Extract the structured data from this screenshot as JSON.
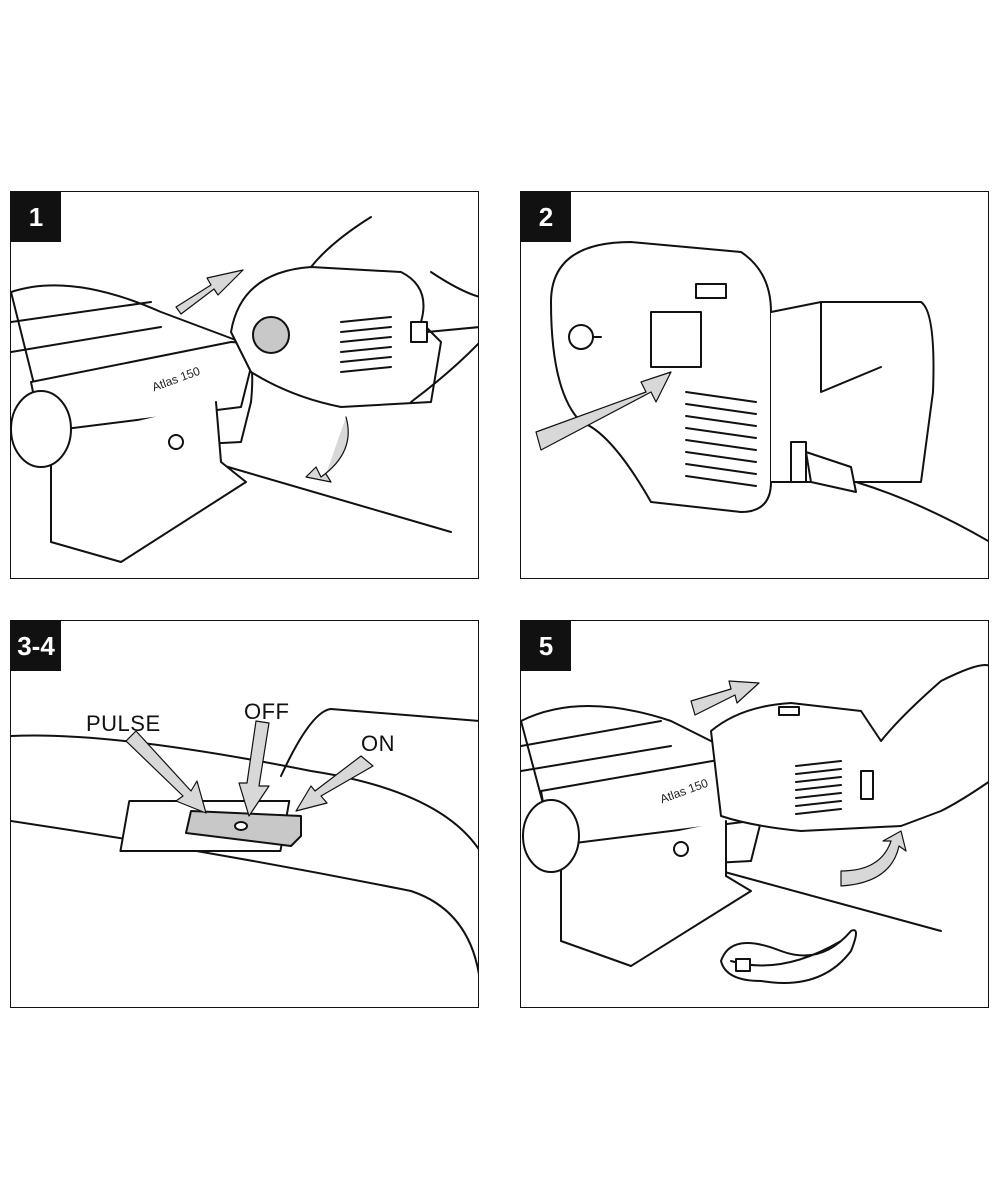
{
  "panels": [
    {
      "step": "1",
      "model_label": "Atlas 150"
    },
    {
      "step": "2"
    },
    {
      "step": "3-4",
      "switch_labels": {
        "pulse": "PULSE",
        "off": "OFF",
        "on": "ON"
      }
    },
    {
      "step": "5",
      "model_label": "Atlas 150"
    }
  ],
  "colors": {
    "badge": "#111111",
    "arrow_fill": "#d8d8d8"
  }
}
